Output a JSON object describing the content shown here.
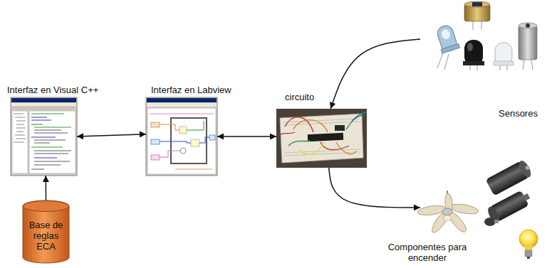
{
  "diagram": {
    "nodes": [
      {
        "text": [
          "Interfaz en Visual C++"
        ]
      },
      {
        "text": [
          "Interfaz en Labview"
        ]
      },
      {
        "text": [
          "circuito"
        ]
      },
      {
        "text": [
          "Sensores"
        ]
      },
      {
        "text": [
          "Base de reglas ECA"
        ]
      },
      {
        "text": [
          "Componentes para encender"
        ]
      }
    ],
    "edges": [
      {
        "from": 0,
        "to": 1,
        "arrow": "both"
      },
      {
        "from": 1,
        "to": 2,
        "arrow": "both"
      },
      {
        "from": 3,
        "to": 2,
        "arrow": "to"
      },
      {
        "from": 2,
        "to": 5,
        "arrow": "to"
      },
      {
        "from": 4,
        "to": 0,
        "arrow": "to"
      }
    ]
  }
}
